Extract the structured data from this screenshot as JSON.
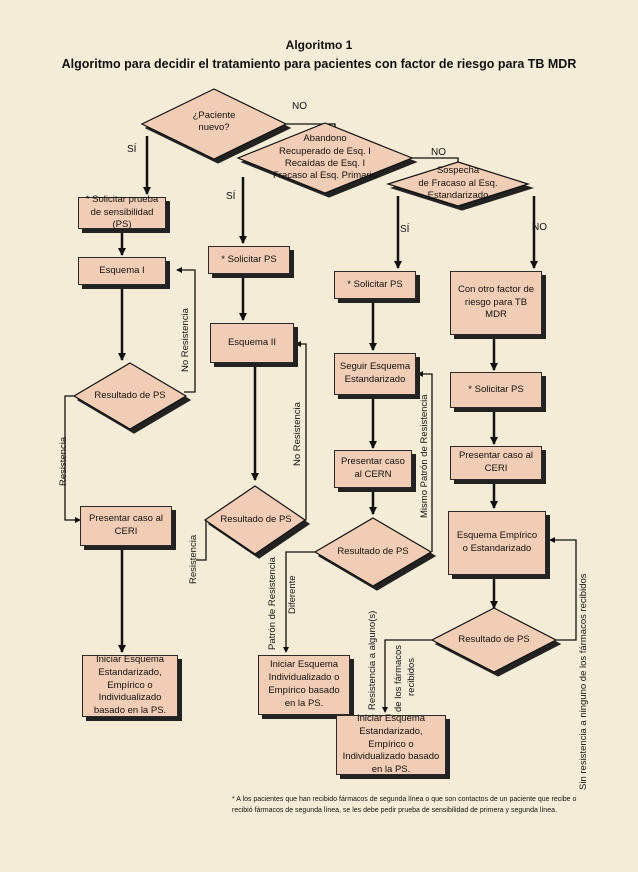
{
  "title": "Algoritmo 1",
  "subtitle": "Algoritmo para decidir el tratamiento para pacientes con factor de riesgo para TB MDR",
  "decisions": {
    "d1": "¿Paciente\nnuevo?",
    "d2": "Abandono\nRecuperado de Esq. I\nRecaídas de Esq. I\nFracaso al Esq. Primario",
    "d3": "Sospecha\nde Fracaso al Esq.\nEstandarizado",
    "r1": "Resultado de PS",
    "r2": "Resultado de PS",
    "r3": "Resultado de PS",
    "r4": "Resultado de PS"
  },
  "boxes": {
    "solicitar1": "* Solicitar prueba de sensibilidad (PS)",
    "esquema1": "Esquema I",
    "ceri1": "Presentar caso al CERI",
    "iniciar1": "Iniciar Esquema Estandarizado, Empírico o Individualizado basado en la PS.",
    "solicitar2": "* Solicitar PS",
    "esquema2": "Esquema II",
    "iniciar2": "Iniciar Esquema Individualizado o Empírico basado en la PS.",
    "solicitar3": "* Solicitar PS",
    "seguir": "Seguir Esquema Estandarizado",
    "cern": "Presentar caso al CERN",
    "otro": "Con otro factor de riesgo para TB MDR",
    "solicitar4": "* Solicitar PS",
    "ceri2": "Presentar caso al CERI",
    "empirico": "Esquema Empírico o Estandarizado",
    "iniciar3": "Iniciar Esquema Estandarizado, Empírico o Individualizado basado en la PS."
  },
  "labels": {
    "no1": "NO",
    "si1": "SÍ",
    "no2": "NO",
    "si2": "SÍ",
    "si3": "SÍ",
    "no3": "NO",
    "noResistencia1": "No Resistencia",
    "resistencia1": "Resistencia",
    "noResistencia2": "No Resistencia",
    "resistencia2": "Resistencia",
    "patron": "Patrón de Resistencia",
    "diferente": "Diferente",
    "mismo": "Mismo Patrón de Resistencia",
    "resAlguno": "Resistencia a alguno(s)",
    "deLos": "de los fármacos",
    "recibidos": "recibidos",
    "sinRes": "Sin resistencia a ninguno de los fármacos recibidos"
  },
  "footnote": "* A los pacientes que han recibido fármacos de segunda línea o que son contactos de un paciente que recibe o recibió fármacos de segunda línea, se les debe pedir prueba de sensibilidad de primera y segunda línea.",
  "colors": {
    "fill": "#f2cdb6",
    "background": "#f5ecd8",
    "line": "#1a1a1a"
  }
}
